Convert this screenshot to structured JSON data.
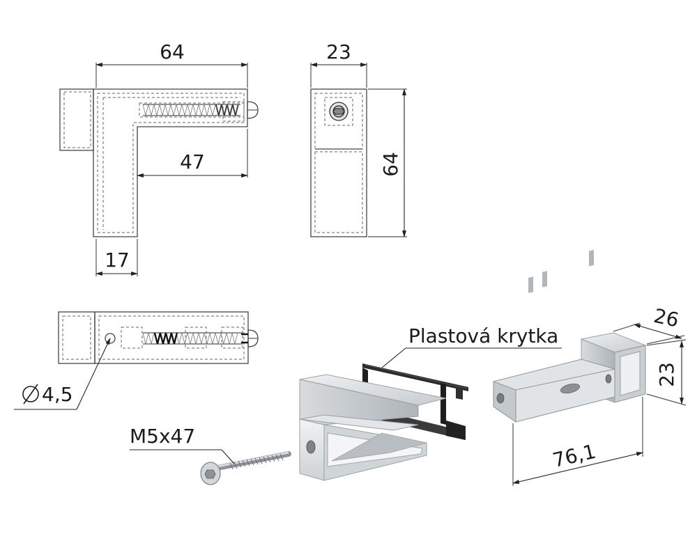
{
  "dimensions": {
    "front_width": "64",
    "front_inner": "47",
    "front_foot": "17",
    "side_width": "23",
    "side_height": "64",
    "hole_diameter": "4,5",
    "iso_depth": "26",
    "iso_height": "23",
    "iso_length": "76,1"
  },
  "labels": {
    "plastic_cover": "Plastová krytka",
    "screw": "M5x47"
  },
  "colors": {
    "line": "#444444",
    "metal": "#d9dde0",
    "metal_dark": "#a9b0b5",
    "cover": "#2b2b2b"
  }
}
